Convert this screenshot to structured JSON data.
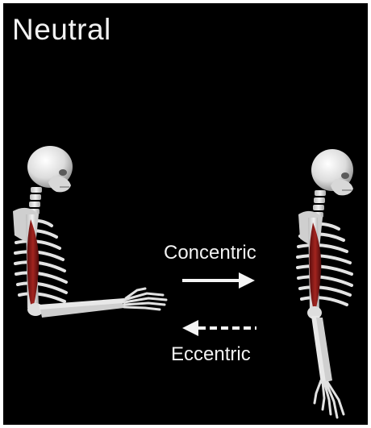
{
  "title": "Neutral",
  "labels": {
    "concentric": "Concentric",
    "eccentric": "Eccentric"
  },
  "arrows": {
    "concentric": {
      "direction": "right",
      "style": "solid"
    },
    "eccentric": {
      "direction": "left",
      "style": "dashed"
    }
  },
  "colors": {
    "background": "#000000",
    "text": "#f2f2f2",
    "bone": "#e6e6e6",
    "muscle": "#8b1a1a"
  },
  "figures": [
    {
      "name": "skeleton-arm-flexed",
      "pose": "forearm extended forward"
    },
    {
      "name": "skeleton-arm-neutral",
      "pose": "arm hanging at side"
    }
  ]
}
